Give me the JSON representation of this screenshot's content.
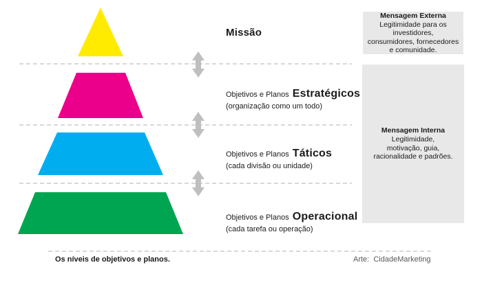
{
  "colors": {
    "yellow": "#FFEB00",
    "magenta": "#EB008B",
    "cyan": "#00AEEF",
    "green": "#00A551",
    "arrow": "#BFBFBF",
    "dashed_line": "#CCCCCC",
    "box_bg": "#E8E8E8",
    "text": "#1A1A1A",
    "credit_text": "#58595B"
  },
  "levels": [
    {
      "id": "missao",
      "prefix": "",
      "title": "Missão",
      "subtitle": "",
      "color": "#FFEB00"
    },
    {
      "id": "estrategicos",
      "prefix": "Objetivos e Planos",
      "title": "Estratégicos",
      "subtitle": "(organização como um todo)",
      "color": "#EB008B"
    },
    {
      "id": "taticos",
      "prefix": "Objetivos e Planos",
      "title": "Táticos",
      "subtitle": "(cada divisão ou unidade)",
      "color": "#00AEEF"
    },
    {
      "id": "operacional",
      "prefix": "Objetivos e Planos",
      "title": "Operacional",
      "subtitle": "(cada tarefa ou operação)",
      "color": "#00A551"
    }
  ],
  "messages": {
    "externa": {
      "title": "Mensagem Externa",
      "lines": [
        "Legitimidade para os investidores,",
        "consumidores, fornecedores",
        "e comunidade."
      ]
    },
    "interna": {
      "title": "Mensagem Interna",
      "lines": [
        "Legitimidade,",
        "motivação, guia,",
        "racionalidade e padrões."
      ]
    }
  },
  "footer": {
    "caption": "Os níveis de objetivos e planos.",
    "credit": "Arte:  CidadeMarketing"
  }
}
